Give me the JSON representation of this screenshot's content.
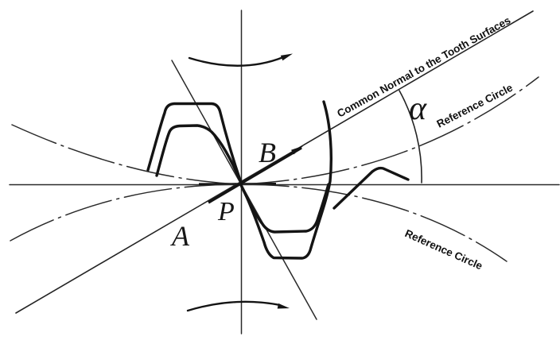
{
  "diagram": {
    "description": "Gear tooth meshing at pitch point with common normal and pressure angle",
    "labels": {
      "point_a": "A",
      "point_b": "B",
      "pitch_point": "P",
      "pressure_angle": "α",
      "common_normal": "Common Normal to the Tooth Surfaces",
      "reference_circle_upper": "Reference Circle",
      "reference_circle_lower": "Reference Circle"
    },
    "colors": {
      "ink": "#141414",
      "background": "#ffffff"
    }
  }
}
